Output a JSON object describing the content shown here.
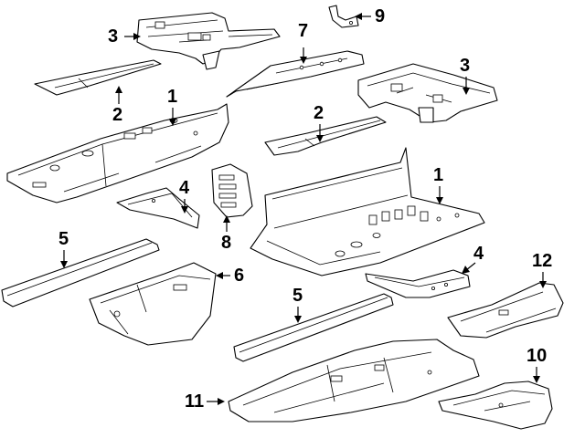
{
  "diagram": {
    "callouts": {
      "frame_rail_rear_left": "3",
      "floor_bracket_top": "7",
      "mount_bracket": "9",
      "sill_rail_upper_left": "2",
      "front_floor_pan": "1",
      "frame_rail_rear_right": "3",
      "sill_rail_upper_right": "2",
      "crossmember_left": "4",
      "rear_floor_pan": "1",
      "seat_bracket": "8",
      "rocker_reinf_left": "5",
      "rear_reinf_panel": "6",
      "crossmember_right": "4",
      "rocker_reinf_center": "5",
      "rear_side_extension": "12",
      "underbody_shield": "11",
      "rear_shield": "10"
    }
  }
}
